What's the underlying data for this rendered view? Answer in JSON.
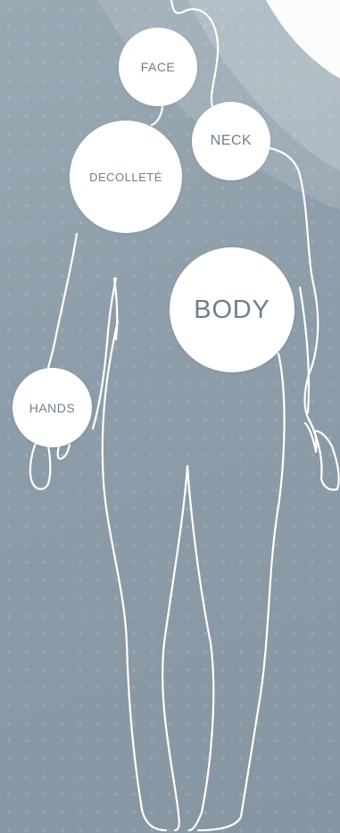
{
  "body_map": {
    "zones": {
      "face": "FACE",
      "neck": "NECK",
      "decollete": "DECOLLETÉ",
      "body": "BODY",
      "hands": "HANDS"
    }
  },
  "colors": {
    "background": "#8c9ca8",
    "zone_fill": "#ffffff",
    "zone_text": "#6e7f8d",
    "outline": "#ffffff"
  }
}
